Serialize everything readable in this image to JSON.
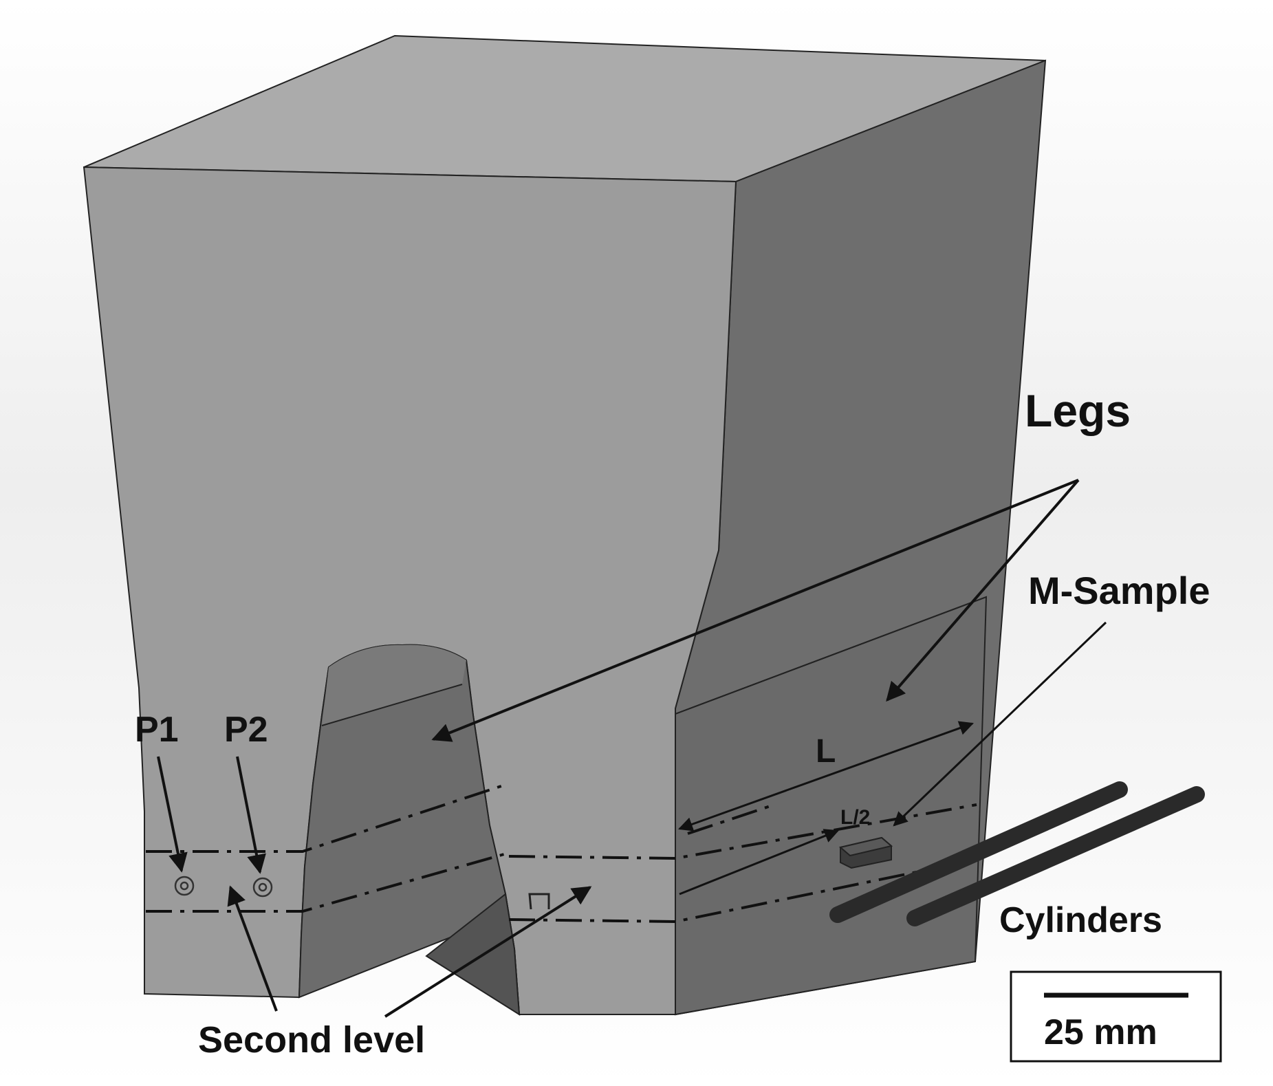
{
  "labels": {
    "legs": "Legs",
    "m_sample": "M-Sample",
    "L": "L",
    "L_half": "L/2",
    "P1": "P1",
    "P2": "P2",
    "cylinders": "Cylinders",
    "second_level": "Second level",
    "scale": "25 mm"
  },
  "colors": {
    "front_face": "#9c9c9c",
    "right_face": "#6f6f6f",
    "top_face": "#ababab",
    "outline": "#222222",
    "annotation": "#111111"
  }
}
